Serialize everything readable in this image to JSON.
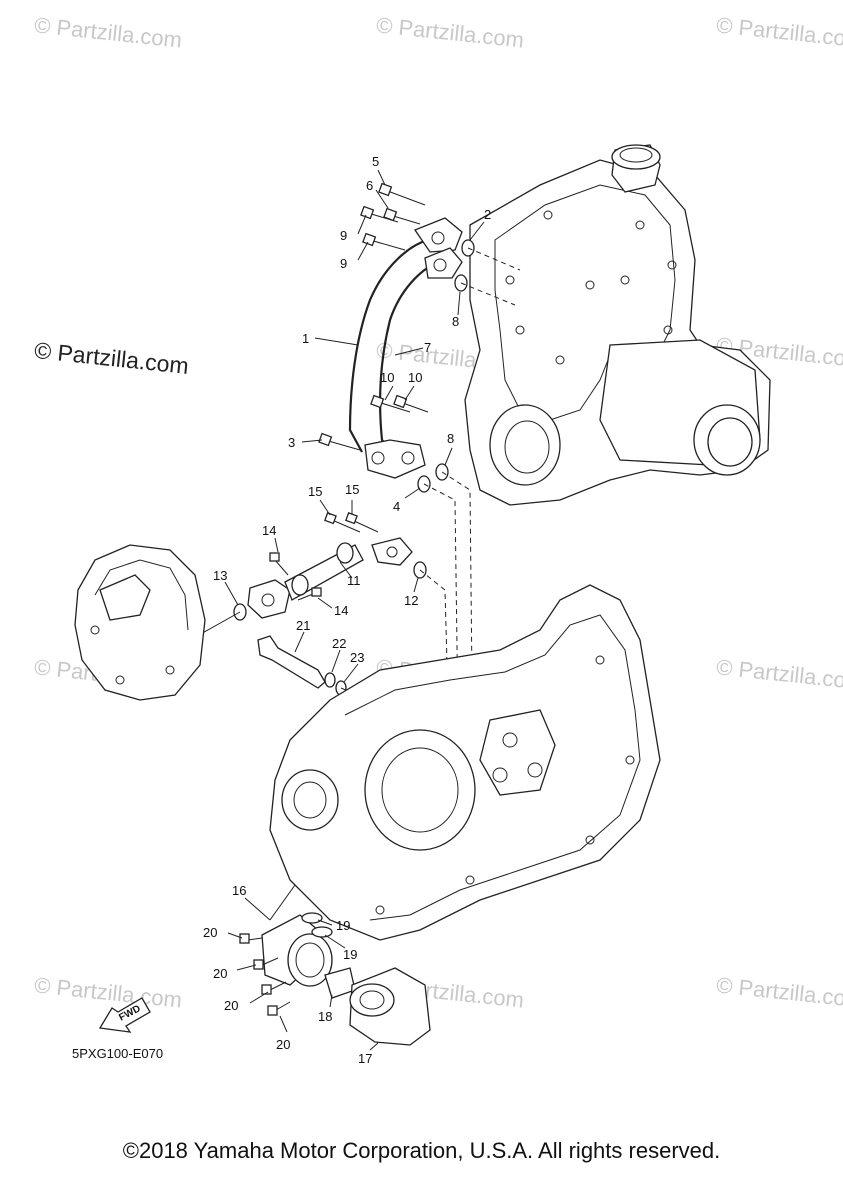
{
  "watermark": "© Partzilla.com",
  "diagram_code": "5PXG100-E070",
  "fwd_label": "FWD",
  "copyright": "©2018 Yamaha Motor Corporation, U.S.A. All rights reserved.",
  "callouts": [
    "1",
    "2",
    "3",
    "4",
    "5",
    "6",
    "7",
    "8",
    "8",
    "9",
    "9",
    "10",
    "10",
    "11",
    "12",
    "13",
    "14",
    "14",
    "15",
    "15",
    "16",
    "17",
    "18",
    "19",
    "19",
    "20",
    "20",
    "20",
    "20",
    "21",
    "22",
    "23"
  ]
}
